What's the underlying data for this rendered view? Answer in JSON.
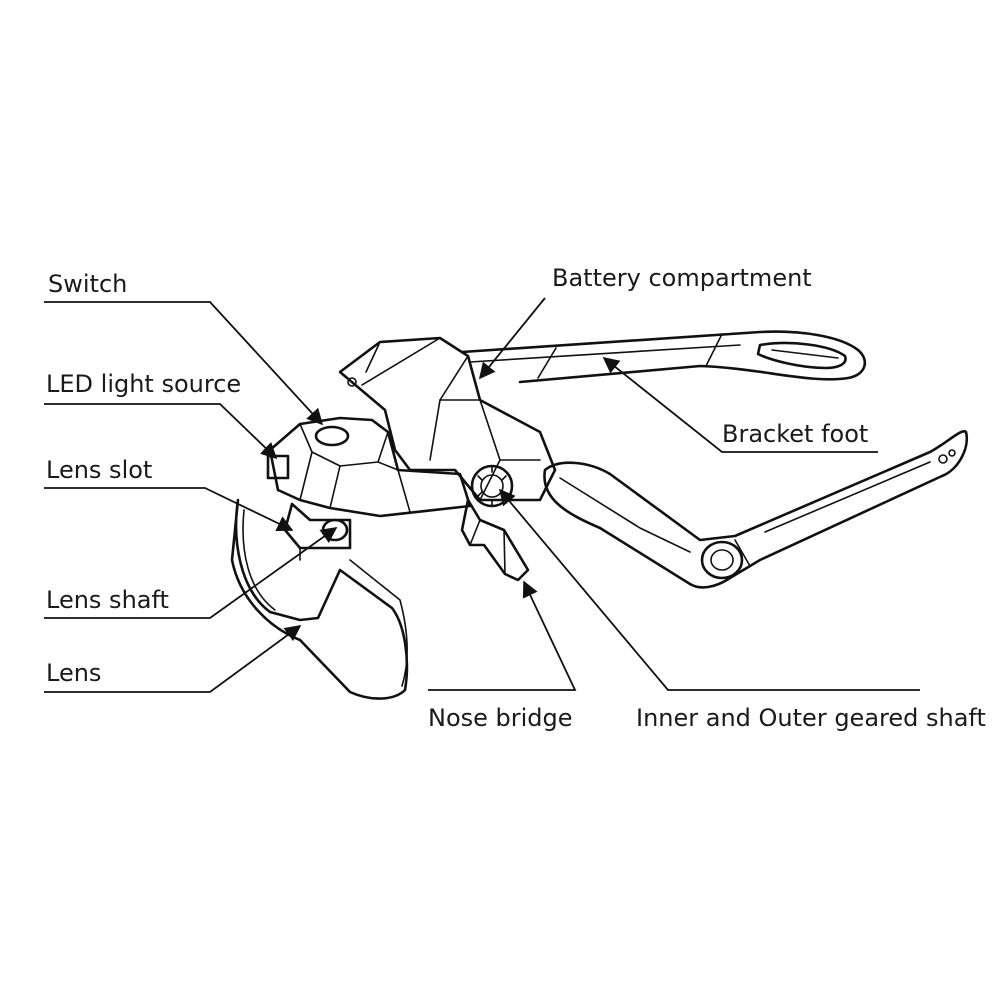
{
  "labels": {
    "switch": "Switch",
    "led": "LED light source",
    "lens_slot": "Lens slot",
    "lens_shaft": "Lens shaft",
    "lens": "Lens",
    "battery": "Battery compartment",
    "bracket_foot": "Bracket foot",
    "nose_bridge": "Nose bridge",
    "geared_shaft": "Inner and Outer geared shaft"
  },
  "colors": {
    "ink": "#111111",
    "background": "#ffffff"
  }
}
